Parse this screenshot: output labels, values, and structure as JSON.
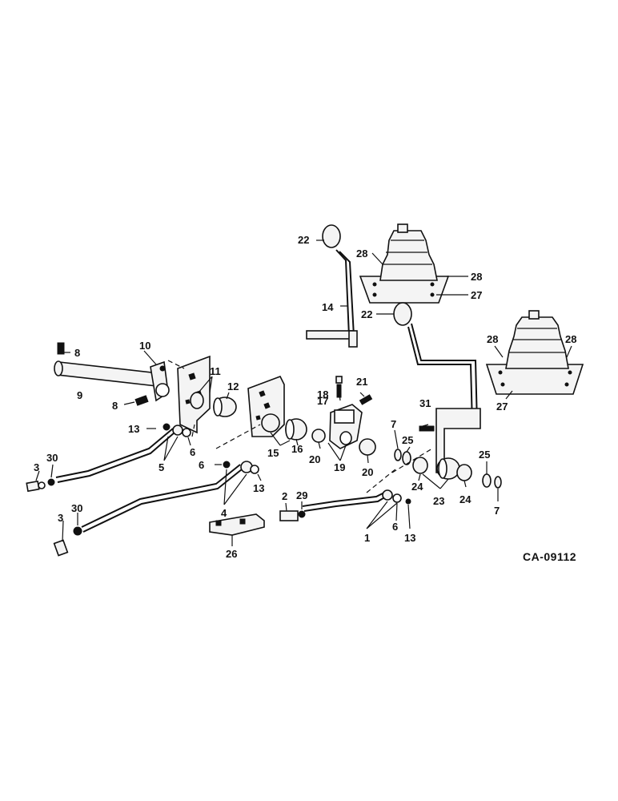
{
  "diagram": {
    "code": "CA-09112",
    "labels": {
      "l1": "1",
      "l2": "2",
      "l3a": "3",
      "l3b": "3",
      "l4": "4",
      "l5": "5",
      "l6a": "6",
      "l6b": "6",
      "l6c": "6",
      "l7a": "7",
      "l7b": "7",
      "l8a": "8",
      "l8b": "8",
      "l9": "9",
      "l10": "10",
      "l11": "11",
      "l12": "12",
      "l13a": "13",
      "l13b": "13",
      "l13c": "13",
      "l14": "14",
      "l15": "15",
      "l16": "16",
      "l17": "17",
      "l18": "18",
      "l19": "19",
      "l20a": "20",
      "l20b": "20",
      "l21": "21",
      "l22a": "22",
      "l22b": "22",
      "l23": "23",
      "l24a": "24",
      "l24b": "24",
      "l25a": "25",
      "l25b": "25",
      "l26": "26",
      "l27a": "27",
      "l27b": "27",
      "l28a": "28",
      "l28b": "28",
      "l28c": "28",
      "l28d": "28",
      "l29": "29",
      "l30a": "30",
      "l30b": "30",
      "l31": "31"
    }
  }
}
